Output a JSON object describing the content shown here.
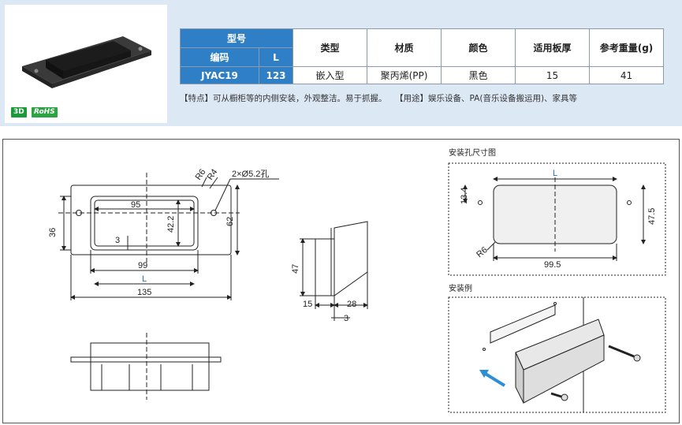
{
  "spec": {
    "headers": {
      "model": "型号",
      "code": "编码",
      "L": "L",
      "type": "类型",
      "material": "材质",
      "color": "颜色",
      "thickness": "适用板厚",
      "weight": "参考重量(g)"
    },
    "row": {
      "code": "JYAC19",
      "L": "123",
      "type": "嵌入型",
      "material": "聚丙烯(PP)",
      "color": "黑色",
      "thickness": "15",
      "weight": "41"
    }
  },
  "features": "【特点】可从橱柜等的内侧安装，外观整洁。易于抓握。　　【用途】娱乐设备、PA(音乐设备搬运用)、家具等",
  "badges": {
    "three_d": "3D",
    "rohs": "RoHS"
  },
  "drawing": {
    "front": {
      "hole_label": "2×Ø5.2孔",
      "r6": "R6",
      "r4": "R4",
      "d95": "95",
      "d42_2": "42.2",
      "d62": "62",
      "d36": "36",
      "d3": "3",
      "d99": "99",
      "L": "L",
      "d135": "135"
    },
    "side": {
      "d47": "47",
      "d15": "15",
      "d28": "28",
      "d3": "3"
    },
    "cutout": {
      "title": "安装孔尺寸图",
      "L": "L",
      "d13_4": "13.4",
      "d47_5": "47.5",
      "r6": "R6",
      "d99_5": "99.5"
    },
    "example": {
      "title": "安装例"
    }
  },
  "colors": {
    "header_blue": "#2f7fc6",
    "panel_bg": "#dde8f5",
    "dim_blue": "#2b6fb5"
  }
}
